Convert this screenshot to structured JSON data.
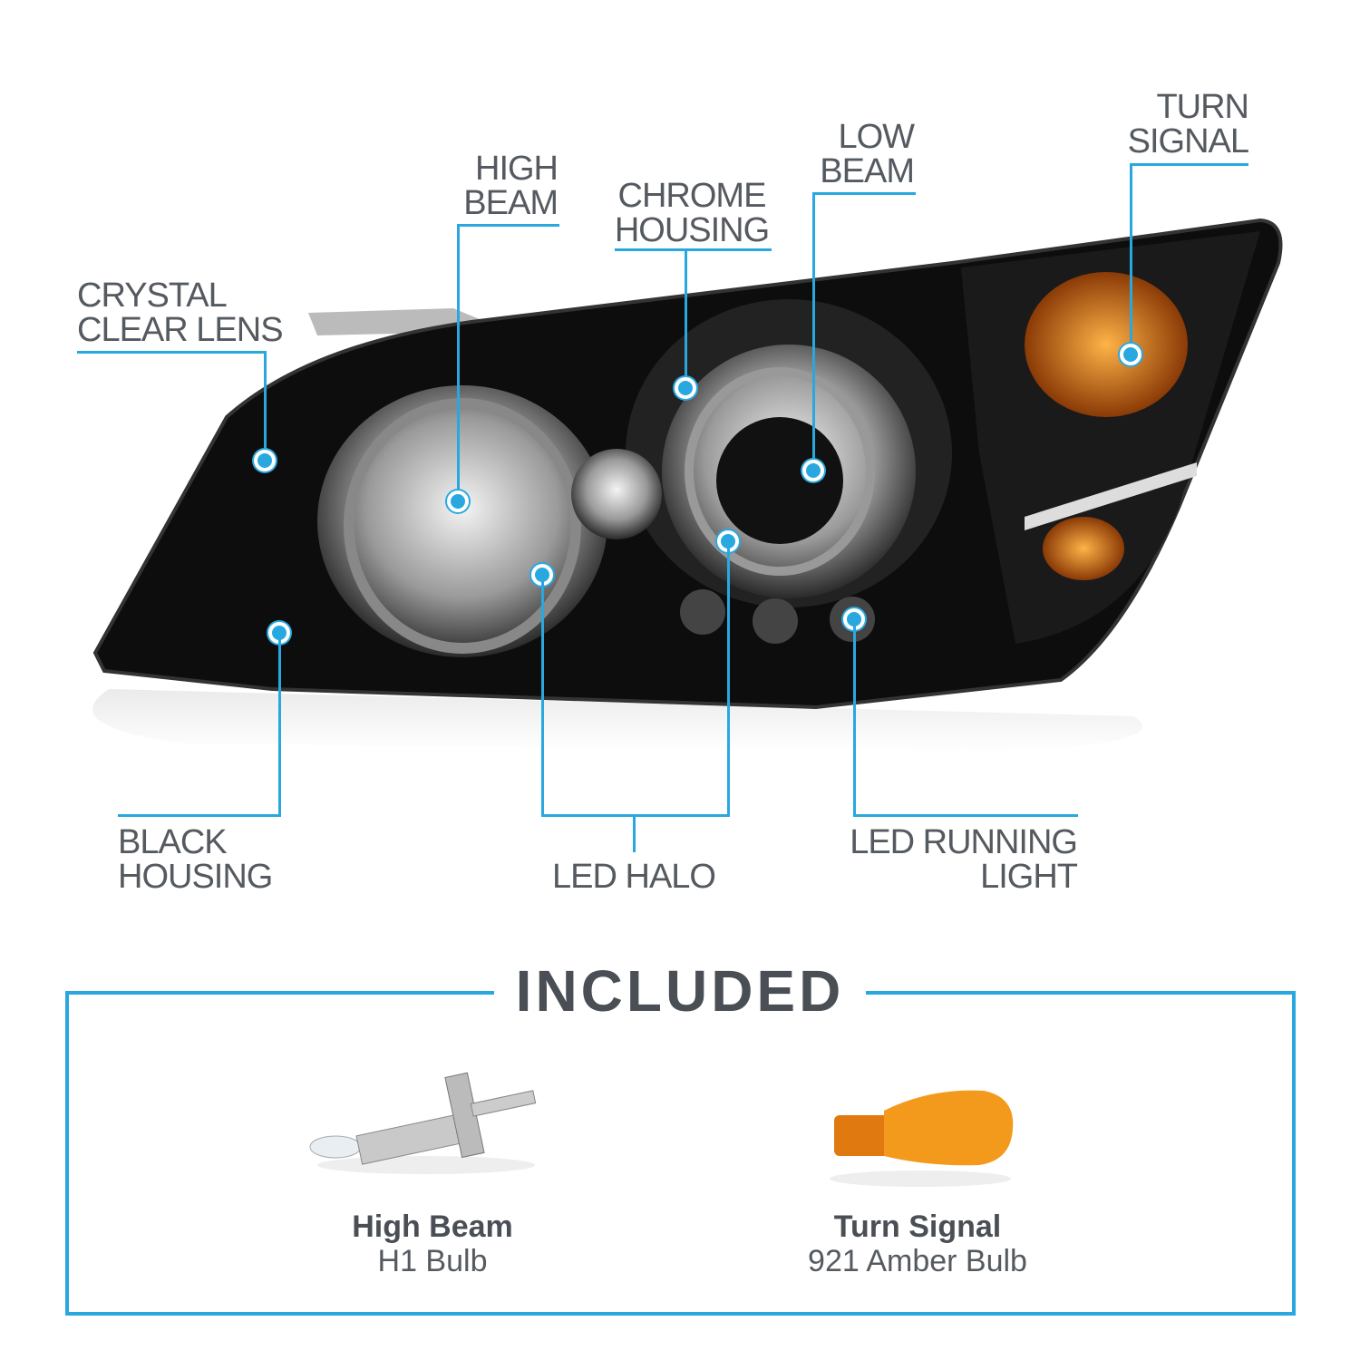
{
  "callouts": {
    "crystal_clear_lens": [
      "CRYSTAL",
      "CLEAR LENS"
    ],
    "high_beam": [
      "HIGH",
      "BEAM"
    ],
    "chrome_housing": [
      "CHROME",
      "HOUSING"
    ],
    "low_beam": [
      "LOW",
      "BEAM"
    ],
    "turn_signal": [
      "TURN",
      "SIGNAL"
    ],
    "black_housing": [
      "BLACK",
      "HOUSING"
    ],
    "led_halo": [
      "LED HALO"
    ],
    "led_running_light": [
      "LED RUNNING",
      "LIGHT"
    ]
  },
  "included": {
    "title": "INCLUDED",
    "items": [
      {
        "name": "High Beam",
        "detail": "H1 Bulb"
      },
      {
        "name": "Turn Signal",
        "detail": "921 Amber Bulb"
      }
    ]
  },
  "colors": {
    "accent": "#29a8e0",
    "text": "#555a60",
    "amber": "#f39a1c"
  }
}
